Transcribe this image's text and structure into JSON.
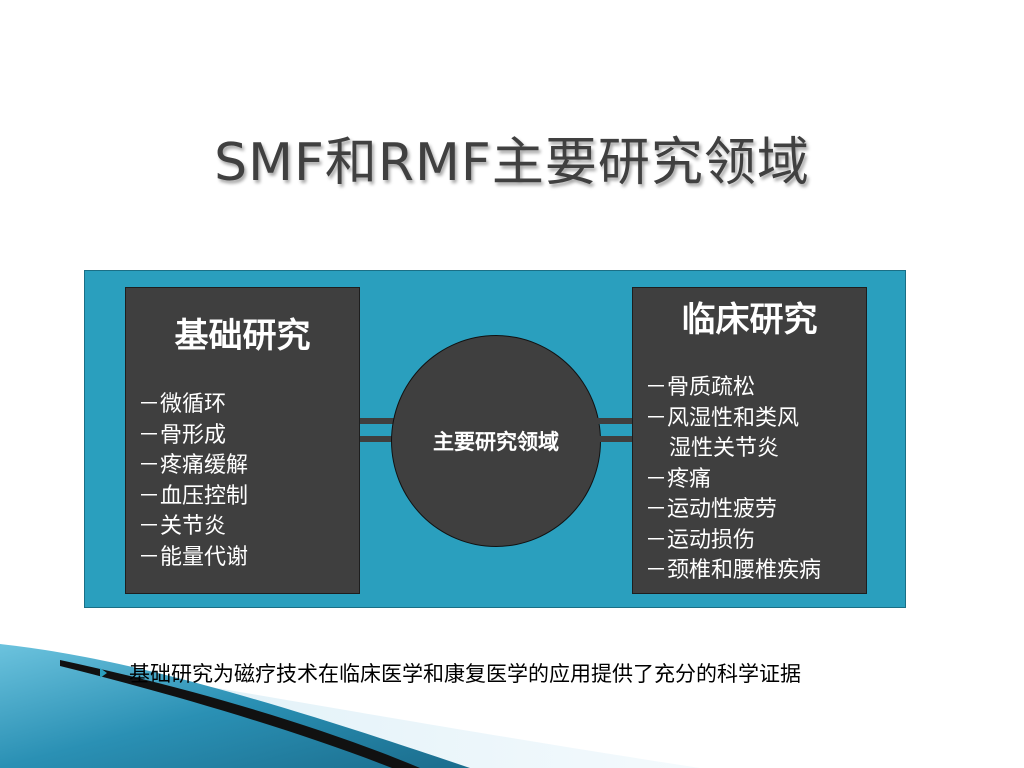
{
  "slide": {
    "title": "SMF和RMF主要研究领域",
    "left_box": {
      "heading": "基础研究",
      "items": [
        "－微循环",
        "－骨形成",
        "－疼痛缓解",
        "－血压控制",
        "－关节炎",
        "－能量代谢"
      ]
    },
    "center": {
      "label": "主要研究领域"
    },
    "right_box": {
      "heading": "临床研究",
      "items": [
        {
          "line1": "－骨质疏松"
        },
        {
          "line1": "－风湿性和类风",
          "line2": "湿性关节炎"
        },
        {
          "line1": "－疼痛"
        },
        {
          "line1": "－运动性疲劳"
        },
        {
          "line1": "－运动损伤"
        },
        {
          "line1": "－颈椎和腰椎疾病"
        }
      ]
    },
    "footnote": "基础研究为磁疗技术在临床医学和康复医学的应用提供了充分的科学证据",
    "icons": {
      "bullet": "triangle-bullet-icon"
    },
    "colors": {
      "panel": "#2a9fbe",
      "box": "#3f3f3f",
      "title": "#404040",
      "accent": "#2a9fbe"
    }
  }
}
